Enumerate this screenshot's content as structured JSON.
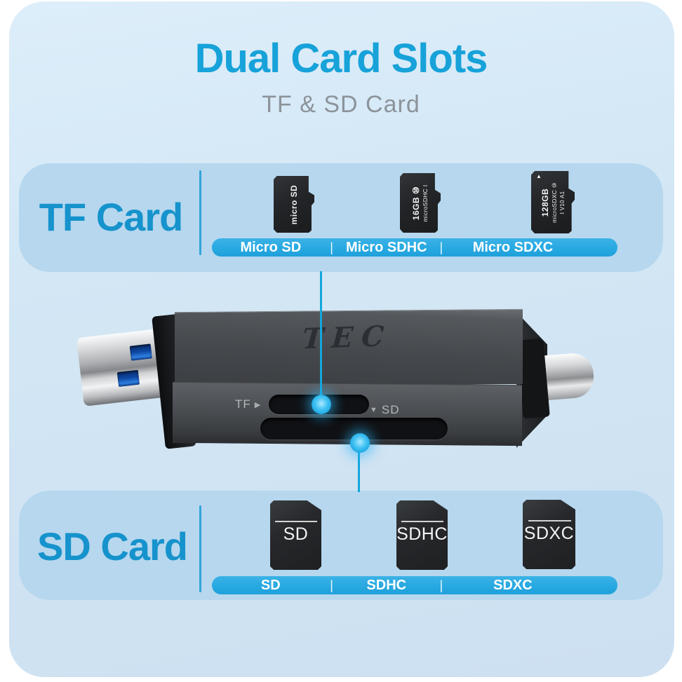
{
  "page": {
    "title": "Dual Card Slots",
    "subtitle": "TF & SD Card"
  },
  "tf_section": {
    "heading": "TF Card",
    "separator": "|",
    "cards": [
      {
        "print_lines": [
          "micro SD"
        ],
        "bar_label": "Micro SD"
      },
      {
        "print_lines": [
          "16GB ⑩",
          "microSDHC Ⅰ"
        ],
        "bar_label": "Micro SDHC"
      },
      {
        "print_lines": [
          "128GB",
          "microSDXC ⑩",
          "Ⅰ V10 A1"
        ],
        "corner_mark": "▲",
        "bar_label": "Micro SDXC"
      }
    ]
  },
  "reader": {
    "brand": "TEC",
    "tf_label": "TF",
    "tf_arrow": "▶",
    "sd_label": "SD",
    "sd_arrow": "▼"
  },
  "sd_section": {
    "heading": "SD Card",
    "separator": "|",
    "cards": [
      {
        "print": "SD",
        "bar_label": "SD"
      },
      {
        "print": "SDHC",
        "bar_label": "SDHC"
      },
      {
        "print": "SDXC",
        "bar_label": "SDXC"
      }
    ]
  },
  "colors": {
    "title_blue": "#17a2d9",
    "heading_blue": "#1693cc",
    "bar_cyan": "#2aabe2",
    "section_bg": "#b6d7ee",
    "panel_bg": "#d2e5f4",
    "indicator_blue": "#14a6dd",
    "subtitle_gray": "#8c939a"
  }
}
